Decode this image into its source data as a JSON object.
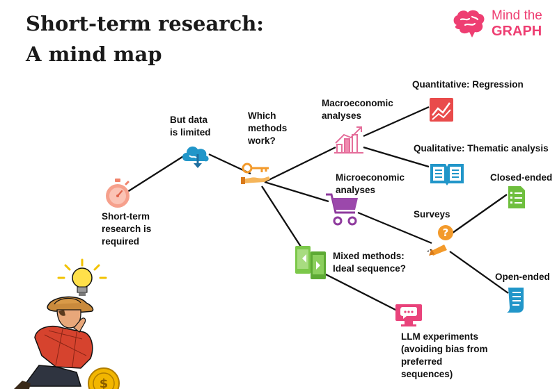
{
  "title": {
    "line1": "Short-term research:",
    "line2": "A mind map"
  },
  "brand": {
    "line1": "Mind the",
    "line2": "GRAPH"
  },
  "nodes": {
    "short_term": {
      "l1": "Short-term",
      "l2": "research is",
      "l3": "required"
    },
    "data_limited": {
      "l1": "But data",
      "l2": "is limited"
    },
    "which_methods": {
      "l1": "Which",
      "l2": "methods",
      "l3": "work?"
    },
    "macro": {
      "l1": "Macroeconomic",
      "l2": "analyses"
    },
    "quantitative": {
      "l1": "Quantitative: Regression"
    },
    "qualitative": {
      "l1": "Qualitative: Thematic analysis"
    },
    "micro": {
      "l1": "Microeconomic",
      "l2": "analyses"
    },
    "surveys": {
      "l1": "Surveys"
    },
    "closed": {
      "l1": "Closed-ended"
    },
    "open": {
      "l1": "Open-ended"
    },
    "mixed": {
      "l1": "Mixed methods:",
      "l2": "Ideal sequence?"
    },
    "llm": {
      "l1": "LLM experiments",
      "l2": "(avoiding bias from",
      "l3": "preferred",
      "l4": "sequences)"
    }
  },
  "icons": [
    "stopwatch-icon",
    "cloud-download-icon",
    "key-hand-icon",
    "bar-chart-icon",
    "line-chart-icon",
    "book-icon",
    "shopping-cart-icon",
    "question-pen-icon",
    "checklist-icon",
    "document-icon",
    "mobile-exchange-icon",
    "chat-monitor-icon",
    "thinking-man-icon",
    "lightbulb-icon",
    "coin-icon"
  ],
  "colors": {
    "brand": "#ee3e72",
    "red": "#e94b4b",
    "blue": "#2196c9",
    "orange": "#f39a2b",
    "purple": "#8e3a9d",
    "green": "#6fbf3e",
    "pink": "#e9437b"
  }
}
